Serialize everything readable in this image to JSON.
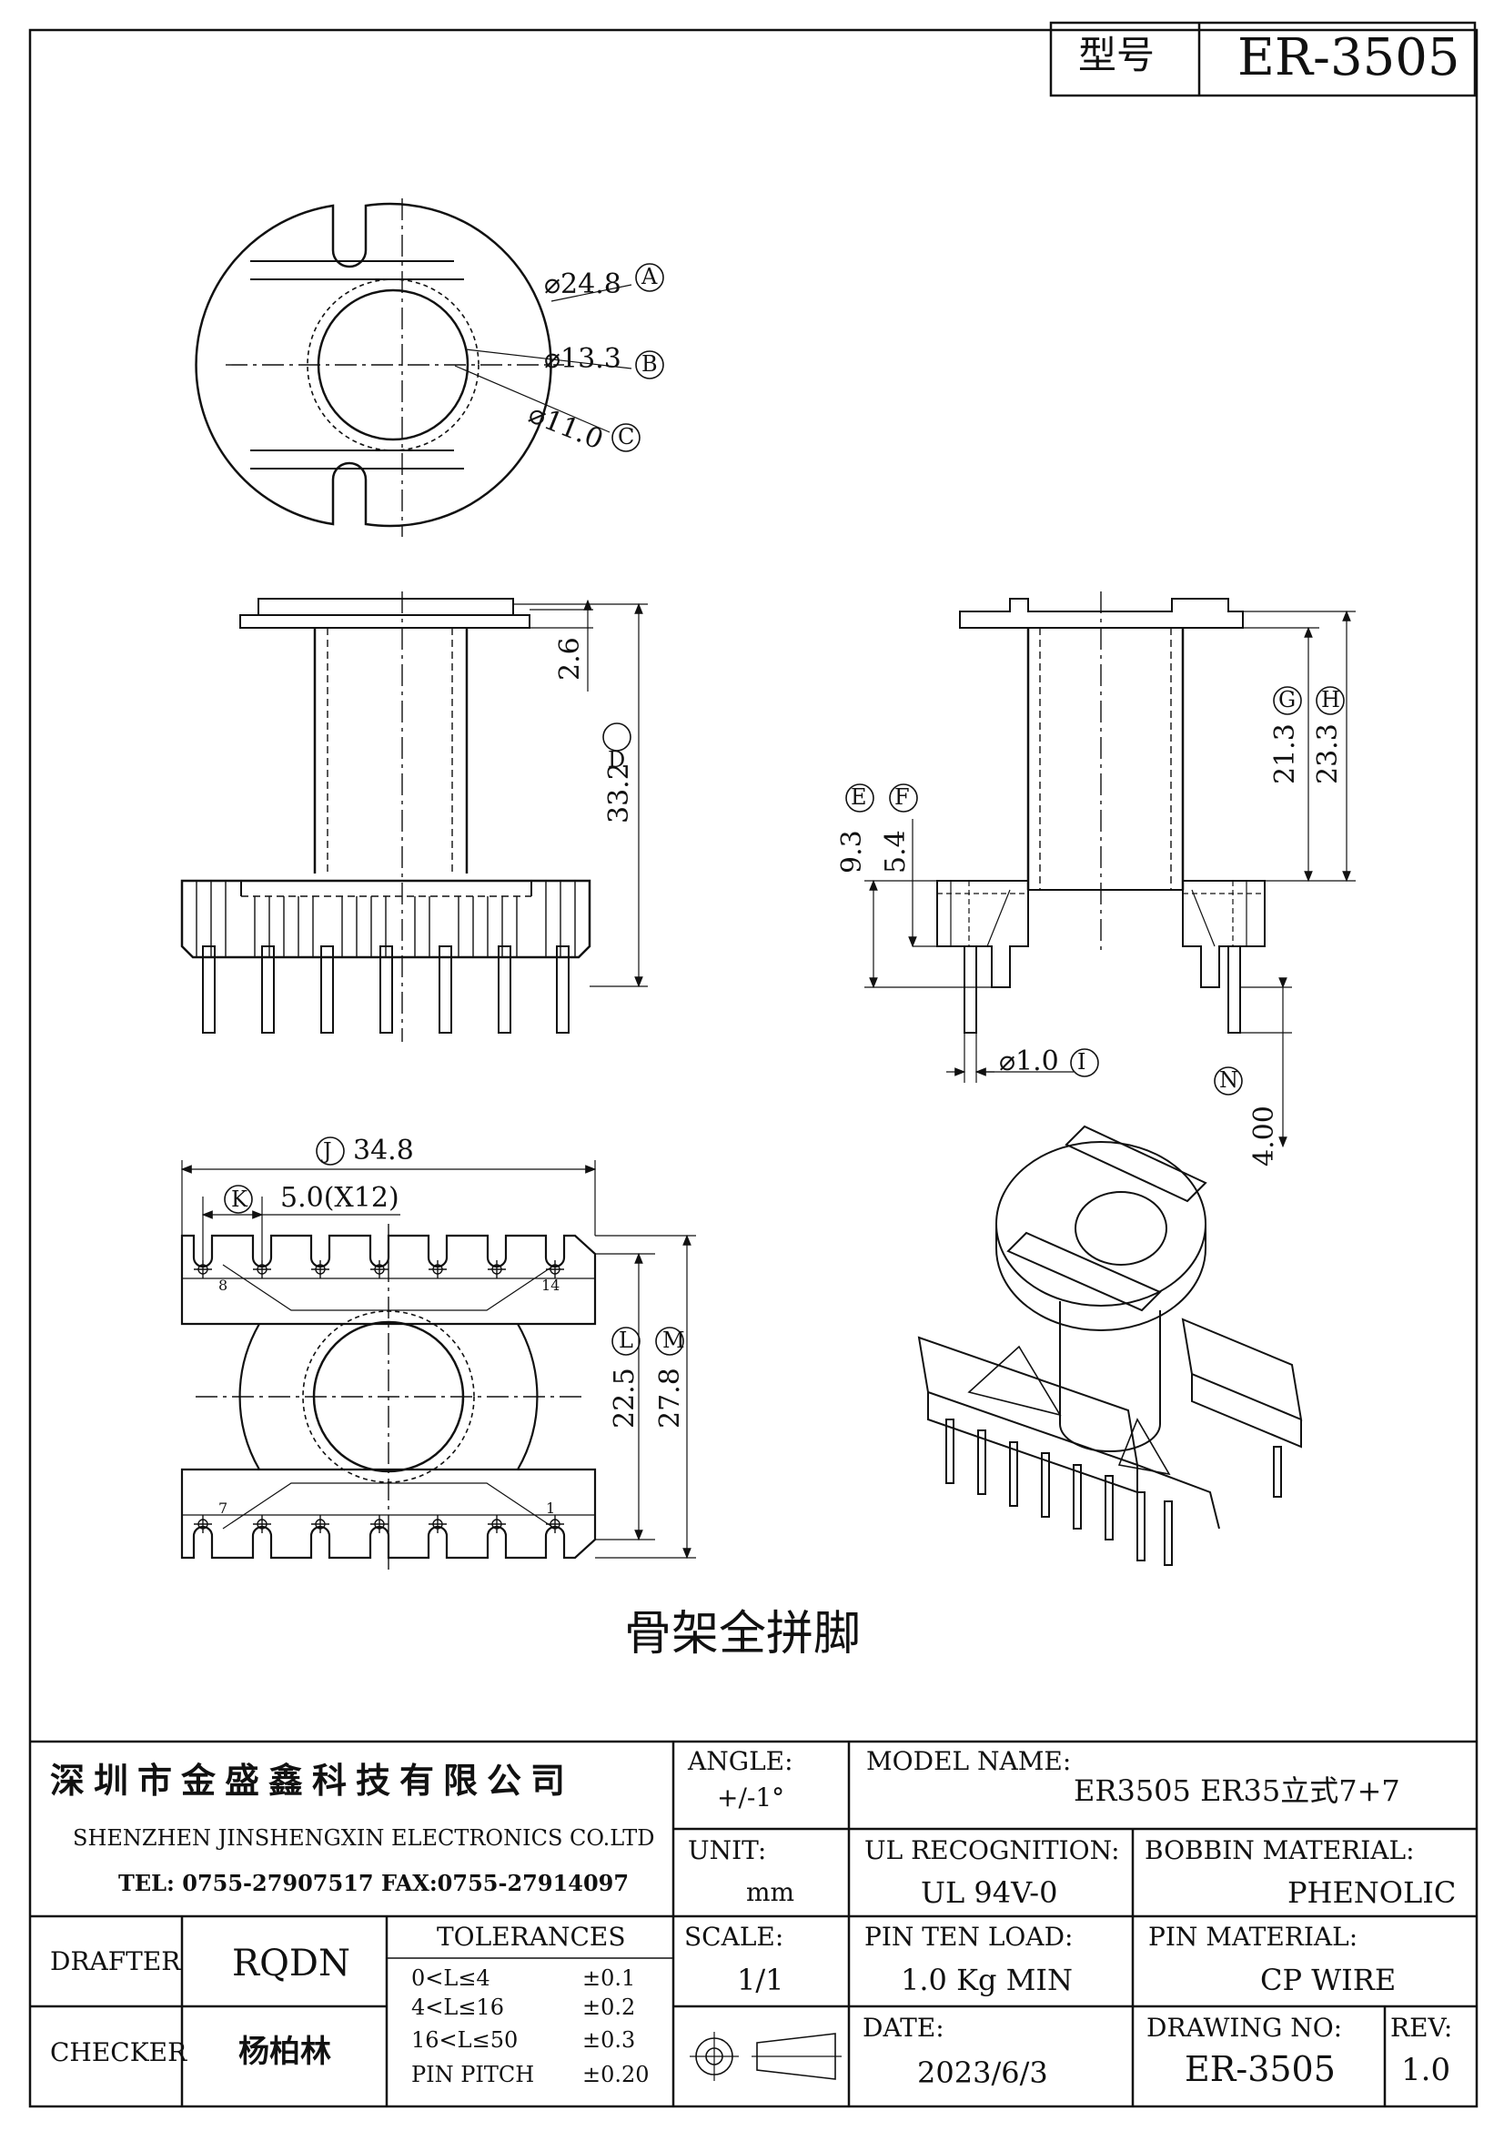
{
  "title_block_top": {
    "label": "型号",
    "value": "ER-3505"
  },
  "top_view": {
    "dims": [
      {
        "value": "⌀24.8",
        "tag": "A"
      },
      {
        "value": "⌀13.3",
        "tag": "B"
      },
      {
        "value": "⌀11.0",
        "tag": "C"
      }
    ]
  },
  "front_view": {
    "dims": [
      {
        "value": "2.6",
        "tag": ""
      },
      {
        "value": "33.2",
        "tag": "D"
      }
    ]
  },
  "side_view": {
    "dims": [
      {
        "value": "21.3",
        "tag": "G"
      },
      {
        "value": "23.3",
        "tag": "H"
      },
      {
        "value": "9.3",
        "tag": "E"
      },
      {
        "value": "5.4",
        "tag": "F"
      },
      {
        "value": "⌀1.0",
        "tag": "I"
      },
      {
        "value": "4.00",
        "tag": "N"
      }
    ]
  },
  "bottom_view": {
    "dims": [
      {
        "value": "34.8",
        "tag": "J"
      },
      {
        "value": "5.0(X12)",
        "tag": "K"
      },
      {
        "value": "22.5",
        "tag": "L"
      },
      {
        "value": "27.8",
        "tag": "M"
      }
    ],
    "pin_labels": [
      "8",
      "14",
      "7",
      "1"
    ]
  },
  "caption": "骨架全拼脚",
  "company": {
    "name_cn": "深圳市金盛鑫科技有限公司",
    "name_en": "SHENZHEN JINSHENGXIN ELECTRONICS CO.LTD",
    "contact": "TEL: 0755-27907517  FAX:0755-27914097"
  },
  "title_block": {
    "angle_label": "ANGLE:",
    "angle_value": "+/-1°",
    "model_label": "MODEL NAME:",
    "model_value": "ER3505 ER35立式7+7",
    "unit_label": "UNIT:",
    "unit_value": "mm",
    "ul_label": "UL RECOGNITION:",
    "ul_value": "UL 94V-0",
    "bobbin_label": "BOBBIN MATERIAL:",
    "bobbin_value": "PHENOLIC",
    "drafter_label": "DRAFTER",
    "drafter_value": "RQDN",
    "checker_label": "CHECKER",
    "checker_value": "杨柏林",
    "tol_label": "TOLERANCES",
    "tolerances": [
      {
        "range": "0<L≤4",
        "tol": "±0.1"
      },
      {
        "range": "4<L≤16",
        "tol": "±0.2"
      },
      {
        "range": "16<L≤50",
        "tol": "±0.3"
      },
      {
        "range": "PIN PITCH",
        "tol": "±0.20"
      }
    ],
    "scale_label": "SCALE:",
    "scale_value": "1/1",
    "pin_load_label": "PIN TEN LOAD:",
    "pin_load_value": "1.0 Kg MIN",
    "pin_mat_label": "PIN MATERIAL:",
    "pin_mat_value": "CP WIRE",
    "date_label": "DATE:",
    "date_value": "2023/6/3",
    "drawing_no_label": "DRAWING NO:",
    "drawing_no_value": "ER-3505",
    "rev_label": "REV:",
    "rev_value": "1.0"
  }
}
